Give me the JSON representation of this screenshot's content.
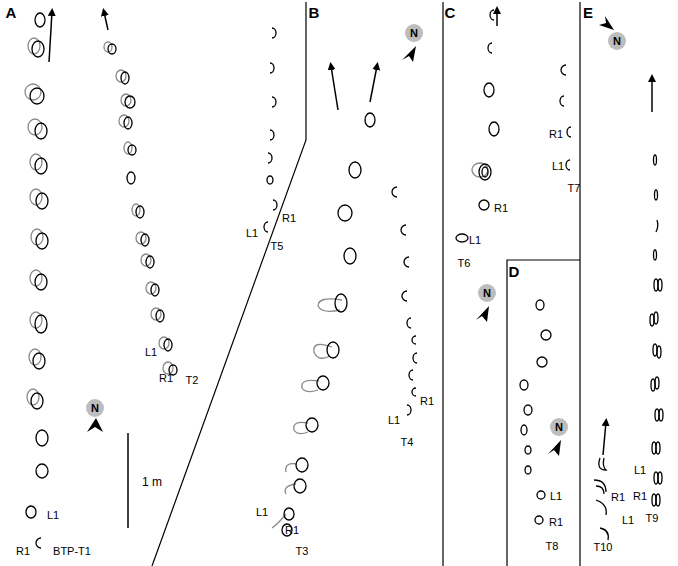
{
  "diagram": {
    "labels": [
      "A",
      "B",
      "C",
      "D",
      "E",
      "N",
      "N",
      "N",
      "N",
      "N",
      "1 m",
      "L1",
      "R1",
      "BTP-T1",
      "L1",
      "R1",
      "T2",
      "L1",
      "R1",
      "T5",
      "L1",
      "R1",
      "T3",
      "R1",
      "L1",
      "T4",
      "R1",
      "L1",
      "T6",
      "R1",
      "L1",
      "T7",
      "L1",
      "R1",
      "T8",
      "R1",
      "L1",
      "T10",
      "L1",
      "R1",
      "T9"
    ]
  }
}
